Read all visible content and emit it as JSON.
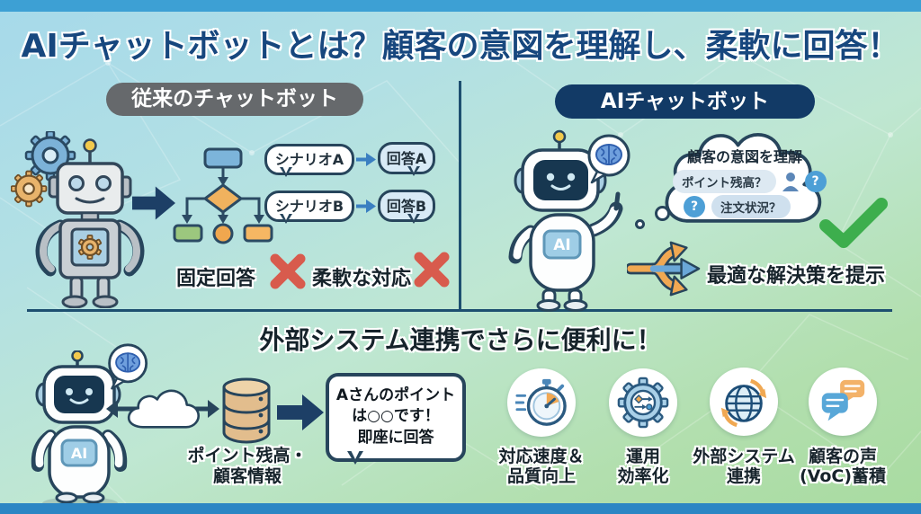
{
  "header": {
    "title": "AIチャットボットとは？顧客の意図を理解し、柔軟に回答！"
  },
  "left_panel": {
    "header": "従来のチャットボット",
    "scenarios": [
      {
        "input": "シナリオA",
        "output": "回答A"
      },
      {
        "input": "シナリオB",
        "output": "回答B"
      }
    ],
    "fixed_answer_label": "固定回答",
    "flexible_response_label": "柔軟な対応"
  },
  "right_panel": {
    "header": "AIチャットボット",
    "robot_chest_label": "AI",
    "thought_bubble": {
      "title": "顧客の意図を理解",
      "question_1": "ポイント残高？",
      "question_2": "注文状況？",
      "question_mark": "?"
    },
    "solution_label": "最適な解決策を提示"
  },
  "bottom_panel": {
    "header": "外部システム連携でさらに便利に！",
    "robot_chest_label": "AI",
    "database_label": {
      "line1": "ポイント残高・",
      "line2": "顧客情報"
    },
    "speech_bubble": {
      "line1": "Aさんのポイント",
      "line2": "は○○です！",
      "line3": "即座に回答"
    },
    "benefits": [
      {
        "icon": "stopwatch-icon",
        "line1": "対応速度＆",
        "line2": "品質向上"
      },
      {
        "icon": "gear-sliders-icon",
        "line1": "運用",
        "line2": "効率化"
      },
      {
        "icon": "globe-sync-icon",
        "line1": "外部システム",
        "line2": "連携"
      },
      {
        "icon": "chat-bubbles-icon",
        "line1": "顧客の声",
        "line2": "(VoC)蓄積"
      }
    ]
  },
  "colors": {
    "top_strip": "#3da0d4",
    "bottom_strip": "#2c86c4",
    "title_text": "#17477e",
    "left_pill_bg": "#66696c",
    "right_pill_bg": "#123a66",
    "divider": "#1d4f70",
    "error_red": "#d85b4d",
    "success_green": "#3dae4d",
    "accent_orange": "#f0a852",
    "accent_blue": "#6aa7d8"
  }
}
